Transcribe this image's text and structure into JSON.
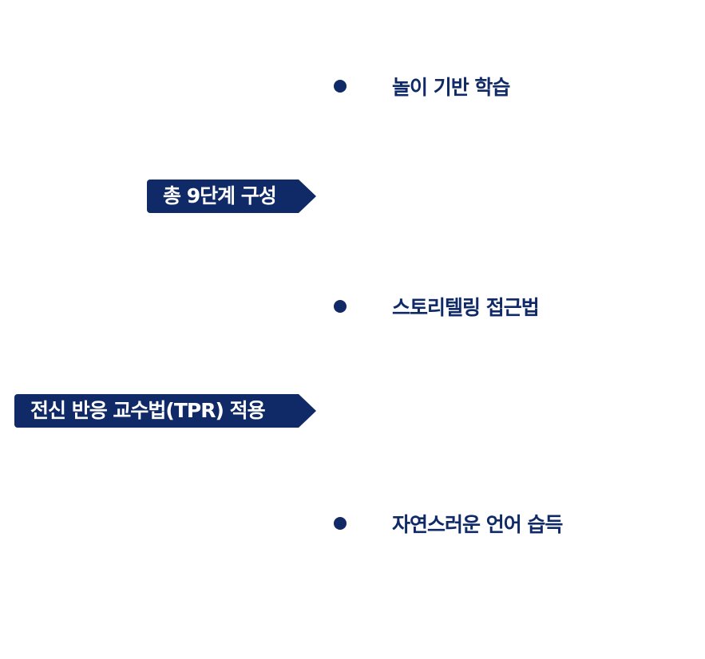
{
  "tags": [
    {
      "label": "총 9단계 구성"
    },
    {
      "label": "전신 반응 교수법(TPR) 적용"
    }
  ],
  "bullets": [
    {
      "label": "놀이 기반 학습"
    },
    {
      "label": "스토리텔링 접근법"
    },
    {
      "label": "자연스러운 언어 습득"
    }
  ],
  "colors": {
    "accent": "#0f2a66",
    "background": "#ffffff"
  }
}
